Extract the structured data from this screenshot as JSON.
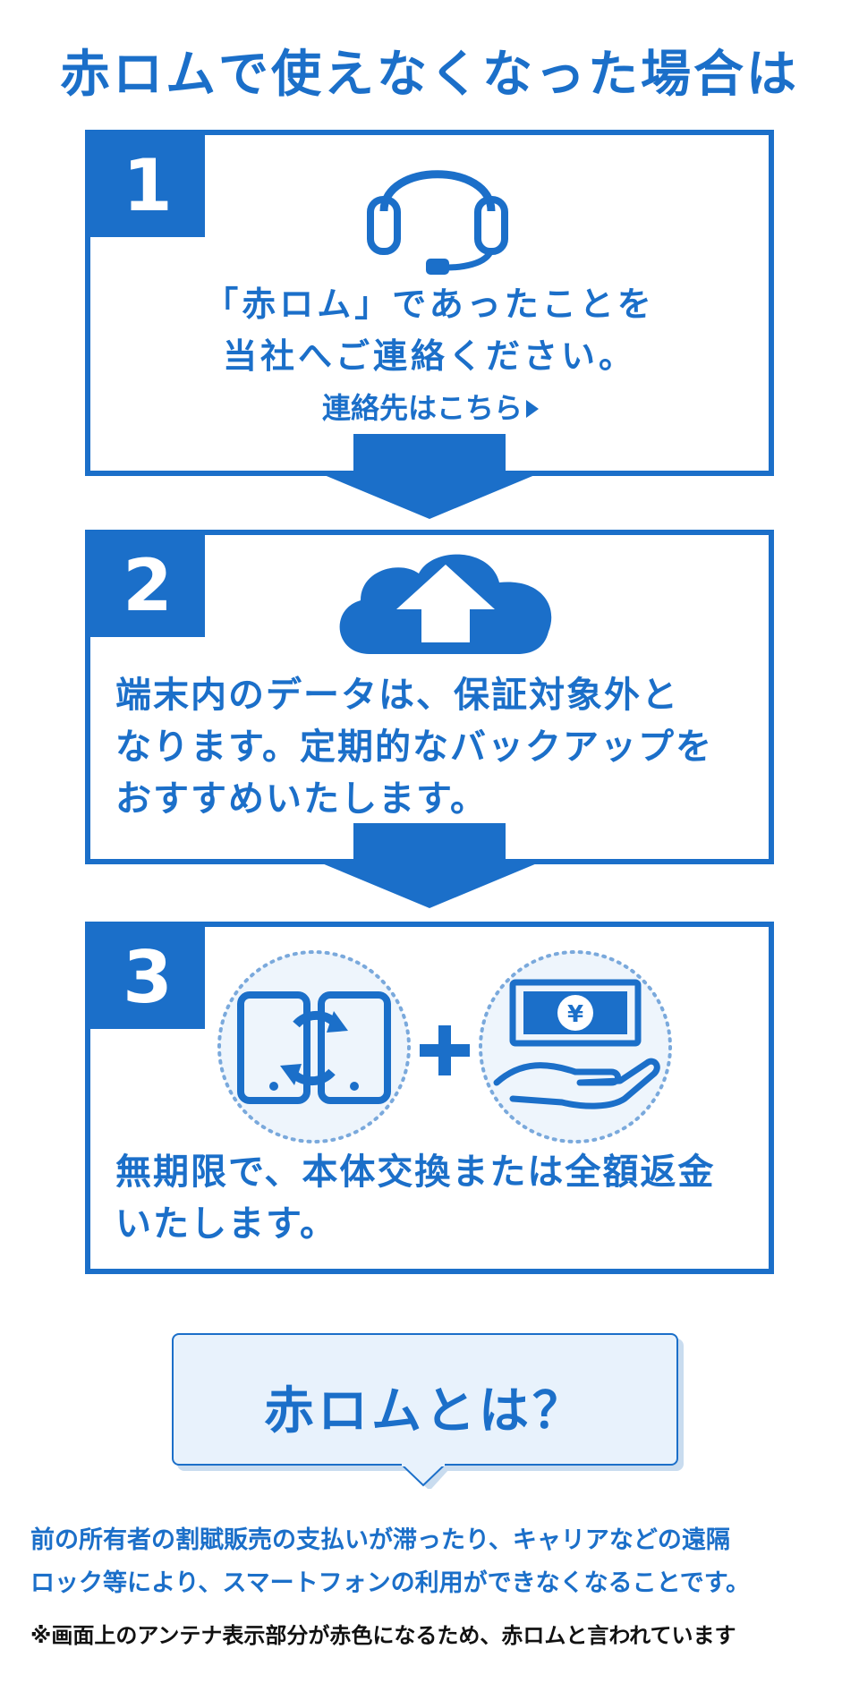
{
  "title": "赤ロムで使えなくなった場合は",
  "steps": [
    {
      "number": "1",
      "icon": "headset-icon",
      "text_lines": [
        "「赤ロム」であったことを",
        "当社へご連絡ください。"
      ],
      "link": "連絡先はこちら"
    },
    {
      "number": "2",
      "icon": "cloud-upload-icon",
      "text_lines": [
        "端末内のデータは、保証対象外と",
        "なります。定期的なバックアップを",
        "おすすめいたします。"
      ]
    },
    {
      "number": "3",
      "icons": [
        "phone-exchange-icon",
        "plus-icon",
        "cash-refund-icon"
      ],
      "currency_symbol": "¥",
      "text_lines": [
        "無期限で、本体交換または全額返金",
        "いたします。"
      ]
    }
  ],
  "about": {
    "title": "赤ロムとは？",
    "description_lines": [
      "前の所有者の割賦販売の支払いが滞ったり、キャリアなどの遠隔",
      "ロック等により、スマートフォンの利用ができなくなることです。"
    ],
    "note": "※画面上のアンテナ表示部分が赤色になるため、赤ロムと言われています"
  },
  "colors": {
    "primary": "#1b6fc9",
    "bubble_bg": "#e8f2fc"
  }
}
